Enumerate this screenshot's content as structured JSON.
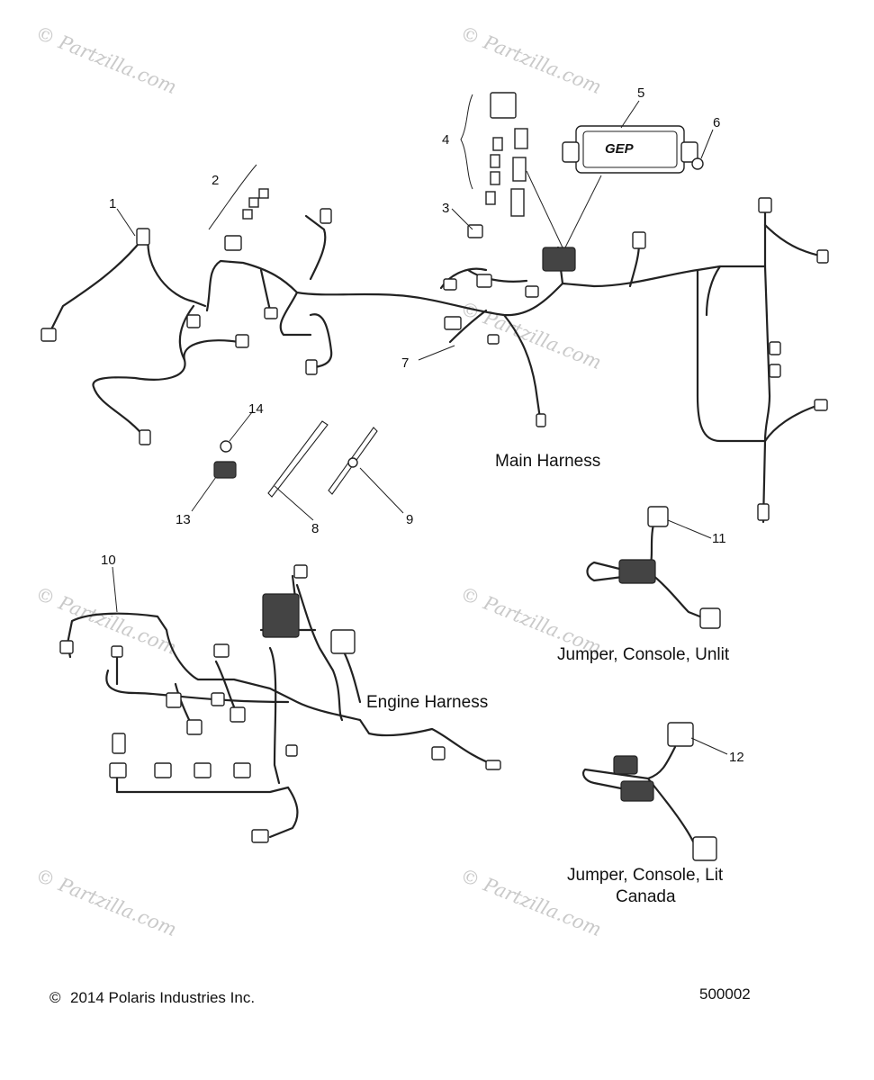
{
  "watermarks": [
    "© Partzilla.com",
    "© Partzilla.com",
    "© Partzilla.com",
    "© Partzilla.com",
    "© Partzilla.com",
    "© Partzilla.com",
    "© Partzilla.com"
  ],
  "callouts": [
    "1",
    "2",
    "3",
    "4",
    "5",
    "6",
    "7",
    "8",
    "9",
    "10",
    "11",
    "12",
    "13",
    "14"
  ],
  "labels": {
    "main_harness": "Main Harness",
    "engine_harness": "Engine Harness",
    "jumper_unlit": "Jumper, Console, Unlit",
    "jumper_lit_line1": "Jumper, Console, Lit",
    "jumper_lit_line2": "Canada"
  },
  "module_logo": "GEP",
  "footer": {
    "copyright": "2014 Polaris Industries Inc.",
    "copyright_symbol": "©",
    "figure_number": "500002"
  }
}
